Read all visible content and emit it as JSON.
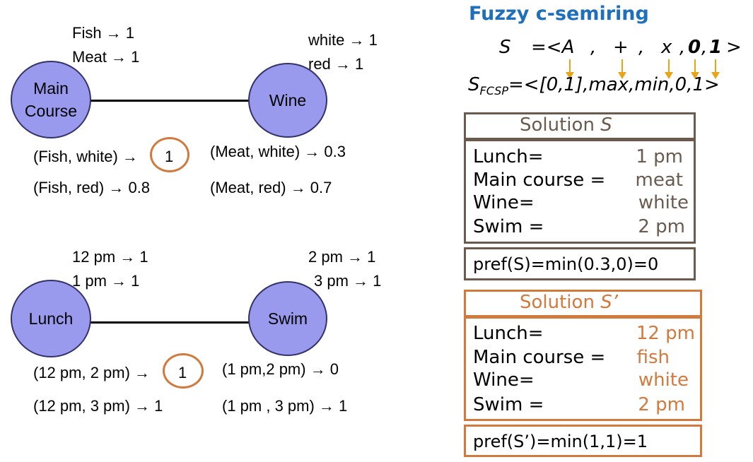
{
  "top_graph": {
    "node_main": "Main Course",
    "node_wine": "Wine",
    "main_prefs": [
      "Fish → 1",
      "Meat → 1"
    ],
    "wine_prefs": [
      "white → 1",
      "red → 1"
    ],
    "constraint_left": [
      "(Fish, white) →",
      "1",
      "(Fish, red) → 0.8"
    ],
    "constraint_right": [
      "(Meat, white) → 0.3",
      "(Meat, red) → 0.7"
    ]
  },
  "bottom_graph": {
    "node_lunch": "Lunch",
    "node_swim": "Swim",
    "lunch_prefs": [
      "12 pm → 1",
      "1 pm → 1"
    ],
    "swim_prefs": [
      "2 pm → 1",
      "3 pm → 1"
    ],
    "constraint_left": [
      "(12 pm, 2 pm) →",
      "1",
      "(12 pm, 3 pm) → 1"
    ],
    "constraint_right": [
      "(1 pm,2 pm) → 0",
      "(1 pm , 3 pm) → 1"
    ]
  },
  "semiring": {
    "title": "Fuzzy c-semiring",
    "line1": [
      "S",
      "=<A",
      ",",
      "+",
      ",",
      "x",
      ",",
      "0",
      ",",
      "1",
      ">"
    ],
    "line2_prefix": "S",
    "line2_sub": "FCSP",
    "line2_rest": "=<[0,1],max,min,0,1>"
  },
  "solution_s": {
    "header_text": "Solution",
    "header_var": "S",
    "rows": [
      {
        "label": "Lunch=",
        "value": "1 pm"
      },
      {
        "label": "Main course =",
        "value": "meat"
      },
      {
        "label": "Wine=",
        "value": "white"
      },
      {
        "label": "Swim =",
        "value": "2 pm"
      }
    ],
    "pref": "pref(S)=min(0.3,0)=0"
  },
  "solution_s2": {
    "header_text": "Solution",
    "header_var": "S’",
    "rows": [
      {
        "label": "Lunch=",
        "value": "12 pm"
      },
      {
        "label": "Main course =",
        "value": "fish"
      },
      {
        "label": "Wine=",
        "value": "white"
      },
      {
        "label": "Swim =",
        "value": "2 pm"
      }
    ],
    "pref": "pref(S’)=min(1,1)=1"
  },
  "colors": {
    "node_fill": "#9999ee",
    "highlight": "#d2793d",
    "title_blue": "#1f6fbd",
    "arrow_yellow": "#e8a317",
    "box_grey": "#6b5a4e"
  }
}
